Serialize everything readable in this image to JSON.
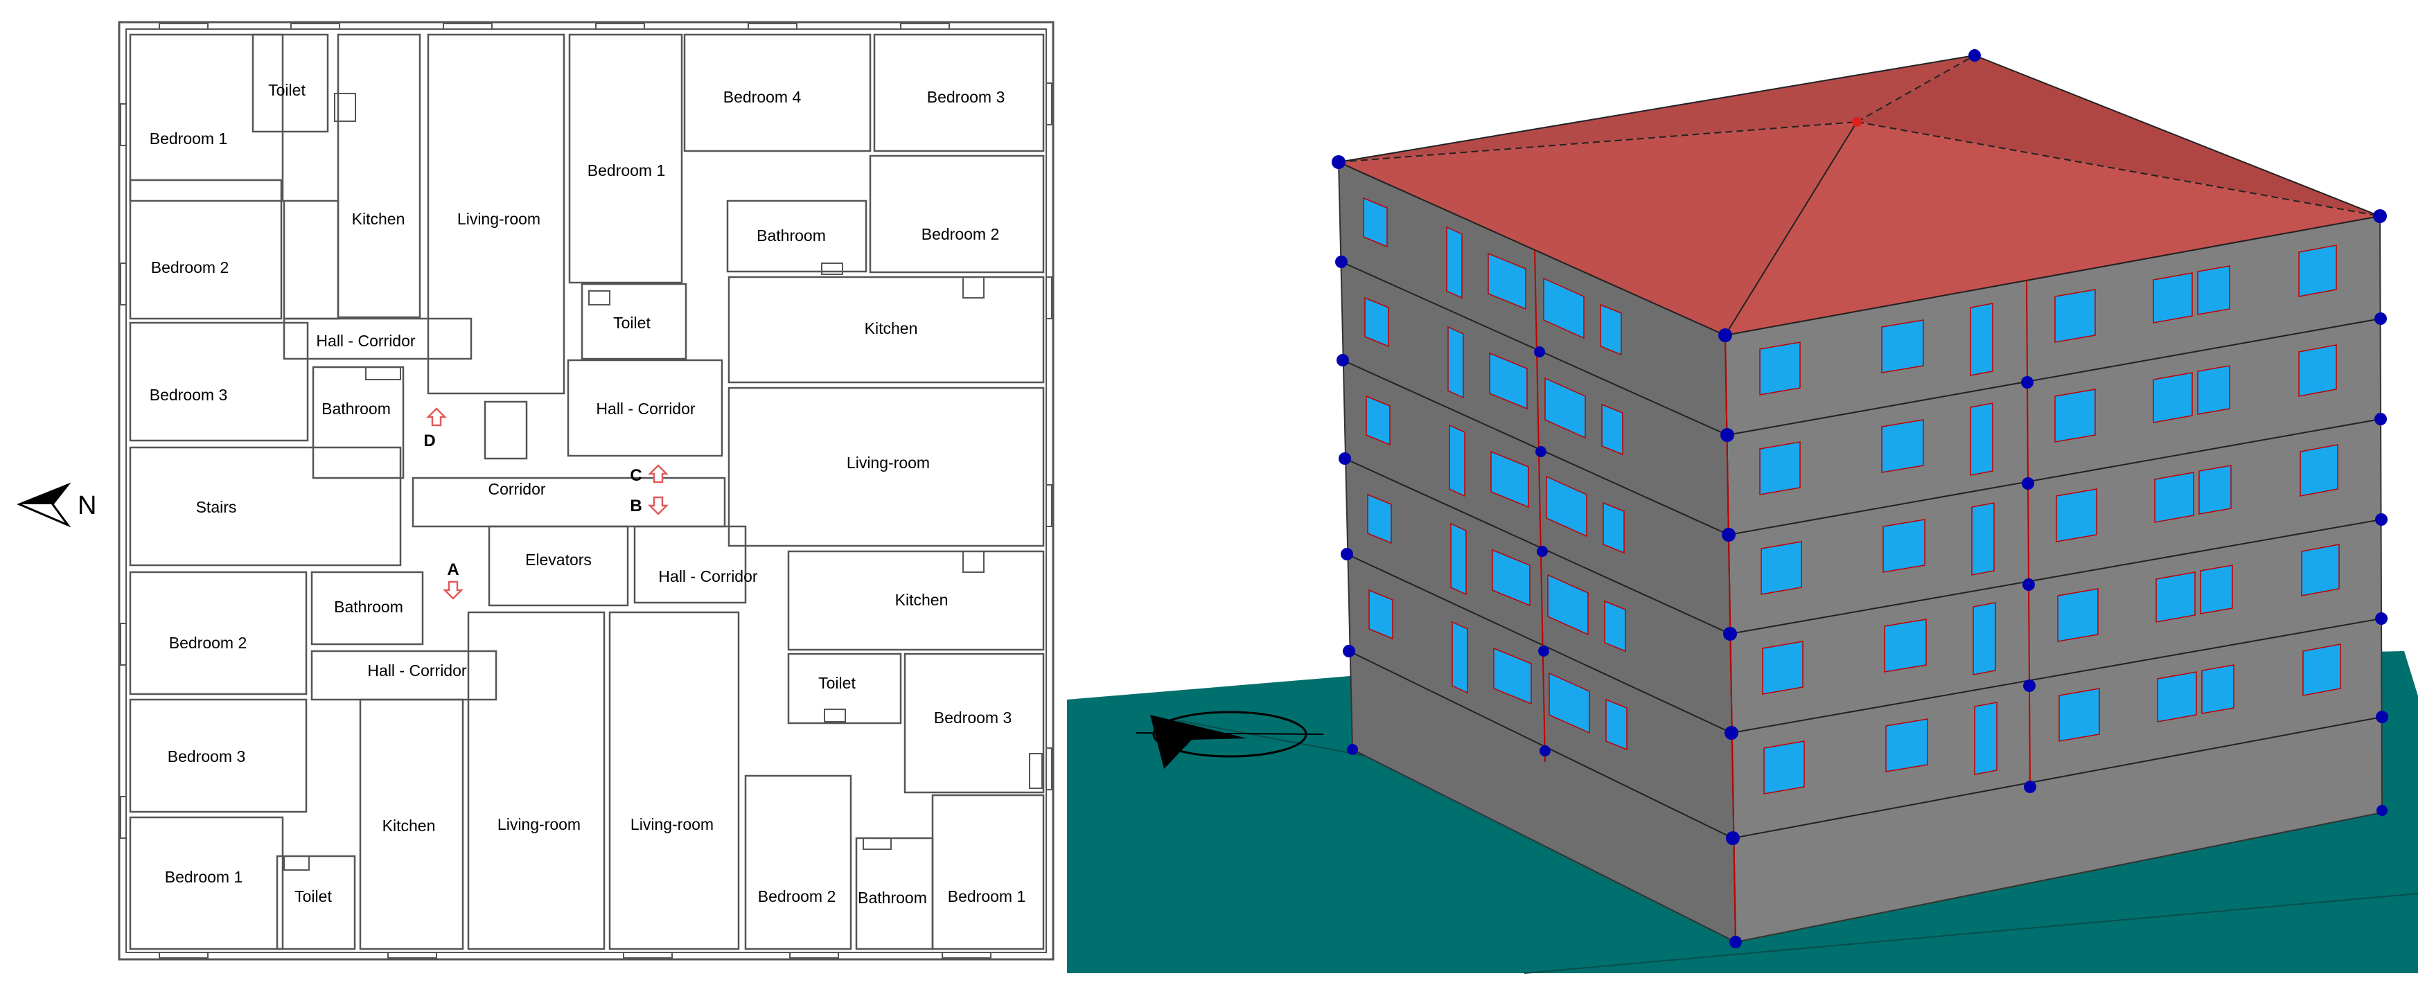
{
  "north_label": "N",
  "rooms": {
    "bedroom_1_nw": "Bedroom 1",
    "toilet_nw": "Toilet",
    "kitchen_nw": "Kitchen",
    "living_nw": "Living-room",
    "bedroom_1_nc": "Bedroom 1",
    "bedroom_4": "Bedroom 4",
    "bedroom_3_ne": "Bedroom 3",
    "bedroom_2_w": "Bedroom 2",
    "bathroom_ne": "Bathroom",
    "bedroom_2_ne": "Bedroom 2",
    "hall_corridor_nw": "Hall - Corridor",
    "toilet_nc": "Toilet",
    "kitchen_ne": "Kitchen",
    "bedroom_3_w": "Bedroom 3",
    "bathroom_w": "Bathroom",
    "hall_corridor_nc": "Hall - Corridor",
    "living_e": "Living-room",
    "stairs": "Stairs",
    "corridor": "Corridor",
    "elevators": "Elevators",
    "hall_corridor_se": "Hall - Corridor",
    "kitchen_e": "Kitchen",
    "bathroom_sw": "Bathroom",
    "bedroom_2_sw": "Bedroom 2",
    "hall_corridor_sw": "Hall - Corridor",
    "toilet_se": "Toilet",
    "bedroom_3_se": "Bedroom 3",
    "bedroom_3_sw": "Bedroom 3",
    "kitchen_sw": "Kitchen",
    "living_s1": "Living-room",
    "living_s2": "Living-room",
    "bedroom_1_sw": "Bedroom 1",
    "toilet_sw": "Toilet",
    "bedroom_2_s": "Bedroom 2",
    "bathroom_s": "Bathroom",
    "bedroom_1_se": "Bedroom 1"
  },
  "markers": {
    "a": "A",
    "b": "B",
    "c": "C",
    "d": "D"
  },
  "colors": {
    "wall": "#555555",
    "marker": "#e05a5a",
    "roof": "#c0504d",
    "roof_shade": "#a94442",
    "facade_front": "#808080",
    "facade_side": "#6e6e6e",
    "window": "#19a7ee",
    "node": "#0000b0",
    "ground": "#00706e",
    "edge_red": "#c00000"
  }
}
